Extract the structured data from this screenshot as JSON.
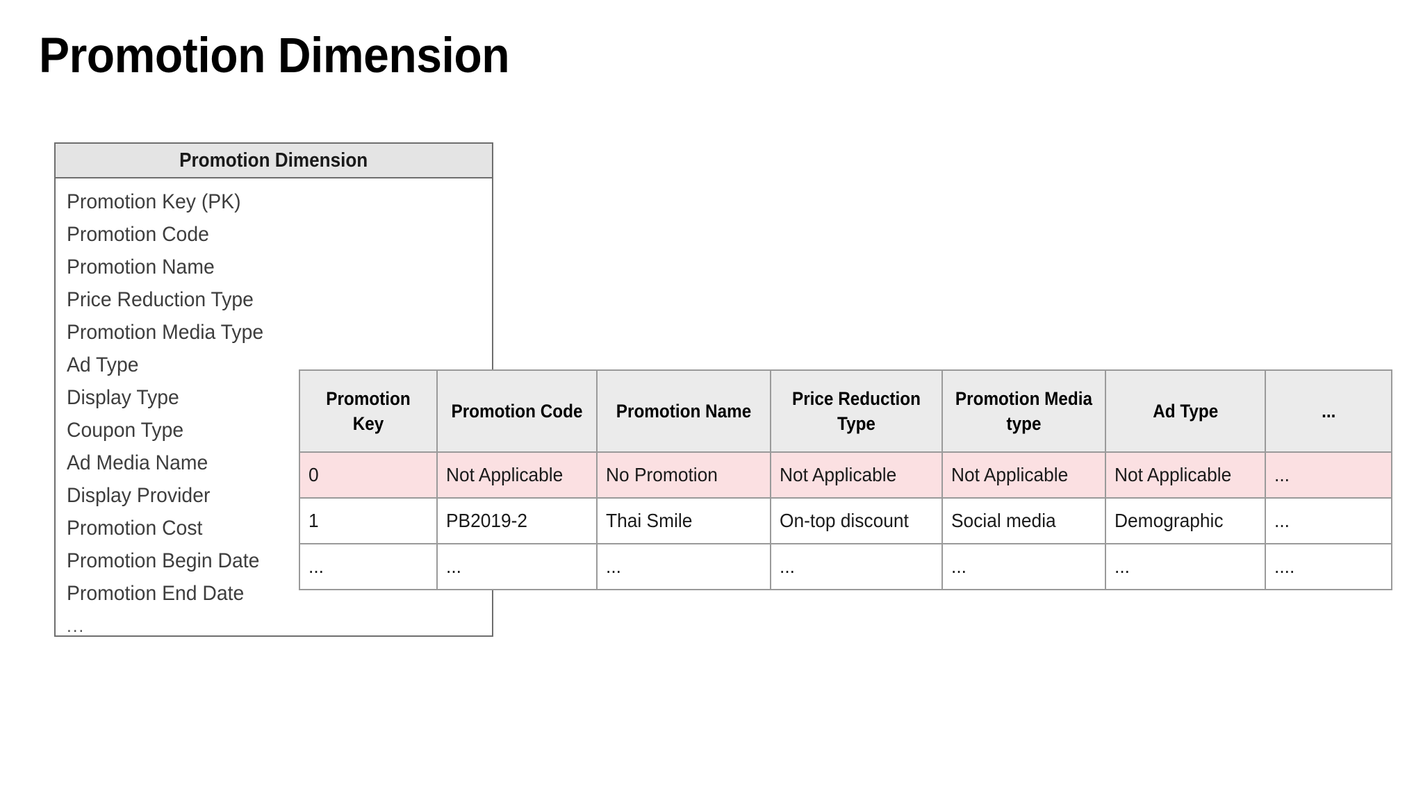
{
  "slide": {
    "title": "Promotion Dimension"
  },
  "entity_box": {
    "header": "Promotion Dimension",
    "attributes": [
      "Promotion Key (PK)",
      "Promotion Code",
      "Promotion Name",
      "Price Reduction Type",
      "Promotion Media Type",
      "Ad Type",
      "Display Type",
      "Coupon Type",
      "Ad Media Name",
      "Display Provider",
      "Promotion Cost",
      "Promotion Begin Date",
      "Promotion End Date"
    ],
    "trailing_ellipsis": "..."
  },
  "data_table": {
    "columns": [
      "Promotion Key",
      "Promotion Code",
      "Promotion Name",
      "Price Reduction Type",
      "Promotion Media type",
      "Ad Type",
      "..."
    ],
    "rows": [
      {
        "highlight": true,
        "cells": [
          "0",
          "Not Applicable",
          "No Promotion",
          "Not Applicable",
          "Not Applicable",
          "Not Applicable",
          "..."
        ]
      },
      {
        "highlight": false,
        "cells": [
          "1",
          "PB2019-2",
          "Thai Smile",
          "On-top discount",
          "Social media",
          "Demographic",
          "..."
        ]
      },
      {
        "highlight": false,
        "cells": [
          "...",
          "...",
          "...",
          "...",
          "...",
          "...",
          "...."
        ]
      }
    ]
  },
  "colors": {
    "highlight_row": "#fbe0e2",
    "header_fill": "#ebebeb",
    "entity_header_fill": "#e4e4e4",
    "border": "#9a9a9a",
    "entity_border": "#6e6e6e"
  }
}
